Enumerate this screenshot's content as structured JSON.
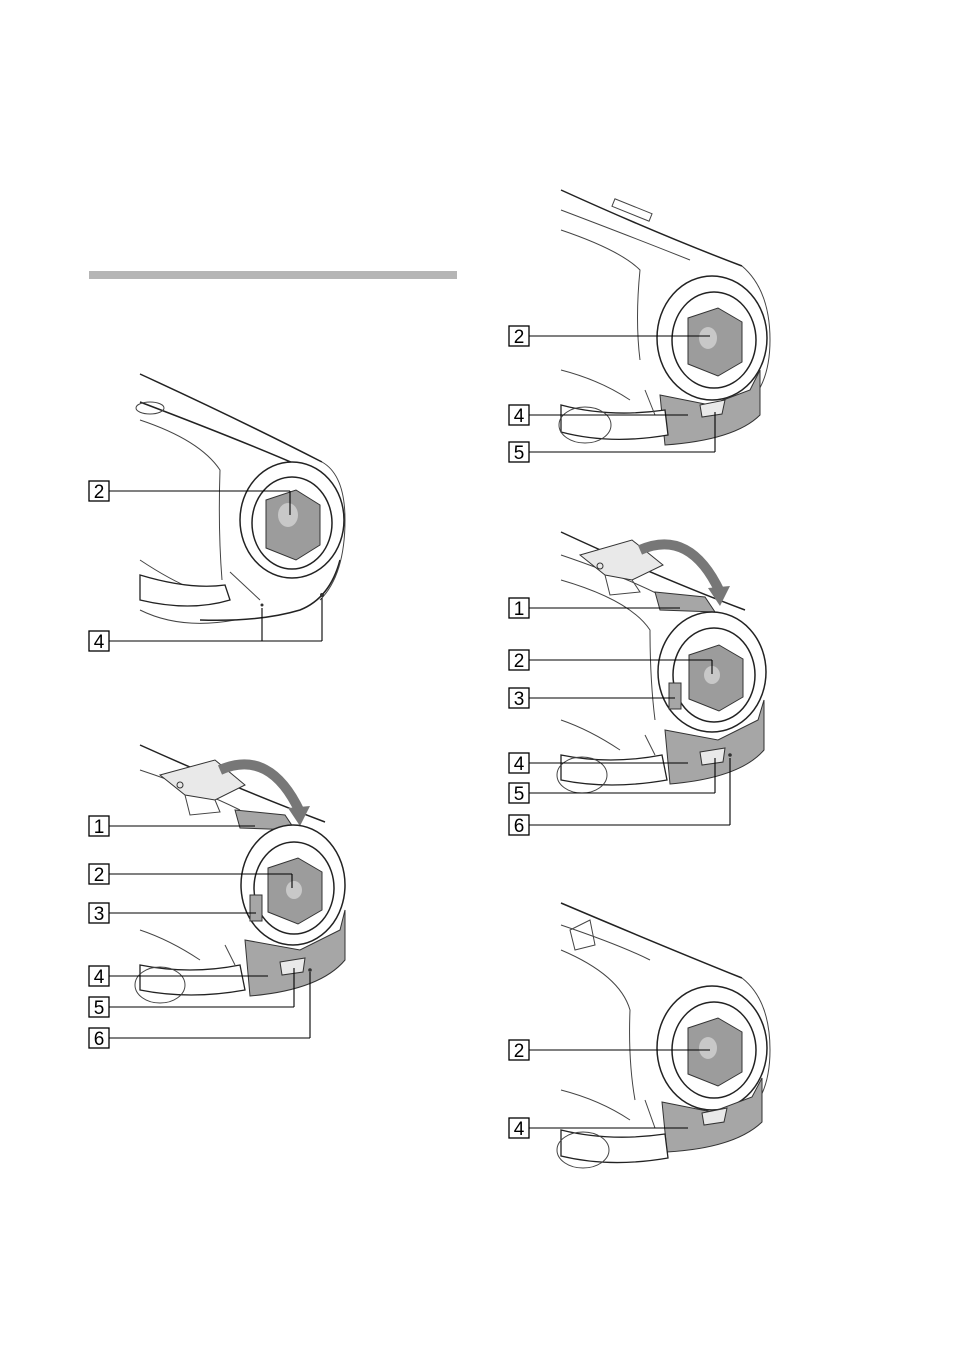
{
  "section_rule_color": "#b5b5b5",
  "figures": [
    {
      "id": "fig-1",
      "callouts": [
        "2",
        "4"
      ]
    },
    {
      "id": "fig-2",
      "callouts": [
        "1",
        "2",
        "3",
        "4",
        "5",
        "6"
      ]
    },
    {
      "id": "fig-3",
      "callouts": [
        "2",
        "4",
        "5"
      ]
    },
    {
      "id": "fig-4",
      "callouts": [
        "1",
        "2",
        "3",
        "4",
        "5",
        "6"
      ]
    },
    {
      "id": "fig-5",
      "callouts": [
        "2",
        "4"
      ]
    }
  ]
}
